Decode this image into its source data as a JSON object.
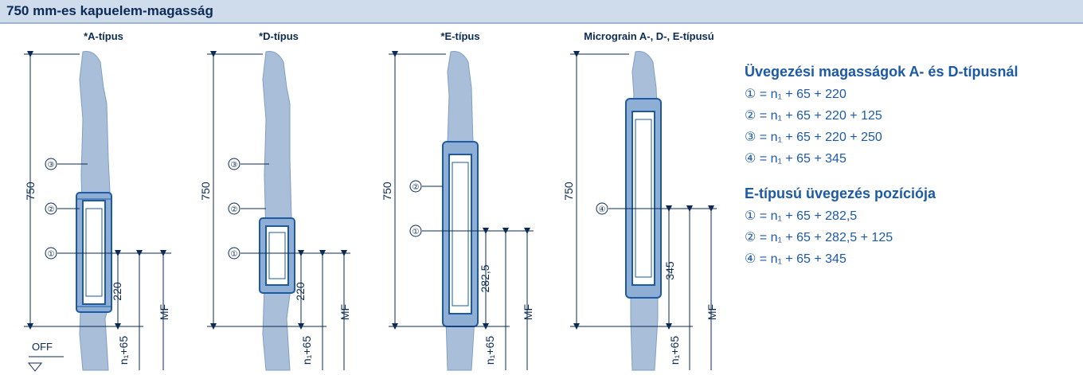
{
  "title": "750 mm-es kapuelem-magasság",
  "columns": [
    {
      "label": "*A-típus"
    },
    {
      "label": "*D-típus"
    },
    {
      "label": "*E-típus"
    },
    {
      "label": "Micrograin A-, D-, E-típusú"
    }
  ],
  "dimensions": {
    "total": "750",
    "d220": "220",
    "d282": "282,5",
    "d345": "345",
    "mf": "MF",
    "n1": "n₁+65",
    "off": "OFF"
  },
  "markers": {
    "m1": "①",
    "m2": "②",
    "m3": "③",
    "m4": "④"
  },
  "section_ad": {
    "heading": "Üvegezési magasságok A- és D-típusnál",
    "lines": [
      "① = n₁ + 65 + 220",
      "② = n₁ + 65 + 220 + 125",
      "③ = n₁ + 65 + 220 + 250",
      "④ = n₁ + 65 + 345"
    ]
  },
  "section_e": {
    "heading": "E-típusú üvegezés pozíciója",
    "lines": [
      "① = n₁ + 65 + 282,5",
      "② = n₁ + 65 + 282,5 + 125",
      "④ = n₁ + 65 + 345"
    ]
  },
  "colors": {
    "panel": "#a9bed8",
    "frame": "#7f9fc4",
    "text": "#1d5aa6",
    "line": "#0b2a55"
  }
}
